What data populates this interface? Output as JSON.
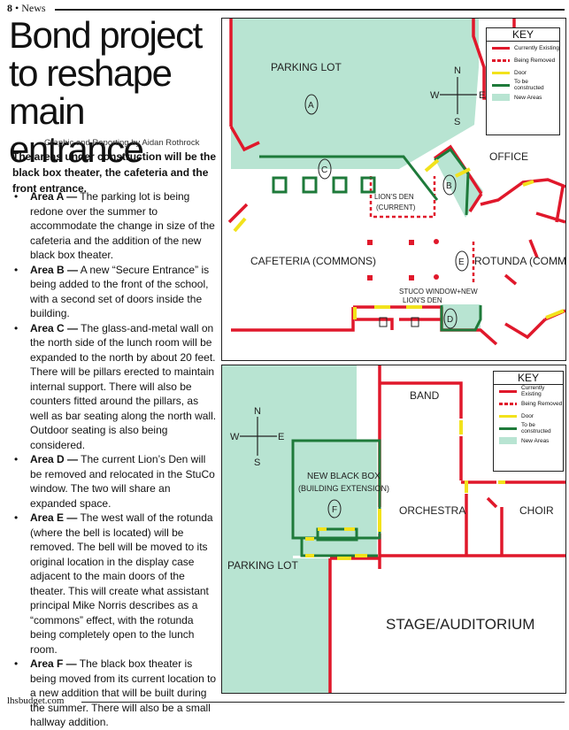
{
  "header": {
    "page_number": "8",
    "section": "News"
  },
  "headline": "Bond project to reshape main entrance",
  "byline": "Graphic and Reporting by Aidan Rothrock",
  "intro": "The areas under construction will be the black box theater, the cafeteria and the front entrance.",
  "areas": [
    {
      "name": "Area A —",
      "text": " The parking lot is being redone over the summer to accommodate the change in size of the cafeteria and the addition of the new black box theater."
    },
    {
      "name": "Area B —",
      "text": " A new “Secure Entrance” is being added to the front of the school, with a second set of doors inside the building."
    },
    {
      "name": "Area C —",
      "text": " The glass-and-metal wall on the north side of the lunch room will be expanded to the north by about 20 feet. There will be pillars erected to maintain internal support. There will also be counters fitted around the pillars, as well as bar seating along the north wall. Outdoor seating is also being considered."
    },
    {
      "name": "Area D —",
      "text": " The current Lion’s Den will be removed and relocated in the StuCo window. The two will share an expanded space."
    },
    {
      "name": "Area E —",
      "text": " The west wall of the rotunda (where the bell is located) will be removed. The bell will be moved to its original location in the display case adjacent to the main doors of the theater. This will create what assistant principal Mike Norris describes as a “commons” effect, with the rotunda being completely open to the lunch room."
    },
    {
      "name": "Area F —",
      "text": " The black box theater is being moved from its current location to a new addition that will be built during the summer. There will also be a small hallway addition."
    }
  ],
  "footer": "lhsbudget.com",
  "colors": {
    "existing": "#e0182b",
    "removed": "#e0182b",
    "door": "#f2e21c",
    "construct": "#1e7a3a",
    "new_area": "#b8e4d2"
  },
  "key": {
    "title": "KEY",
    "items": [
      "Currently Existing",
      "Being Removed",
      "Door",
      "To be constructed",
      "New Areas"
    ]
  },
  "map1": {
    "compass": {
      "n": "N",
      "s": "S",
      "e": "E",
      "w": "W"
    },
    "parking_lot": "PARKING LOT",
    "office": "OFFICE",
    "lions_den_1": "LION'S DEN",
    "lions_den_2": "(CURRENT)",
    "cafeteria": "CAFETERIA (COMMONS)",
    "rotunda": "ROTUNDA (COMMONS)",
    "stuco_1": "STUCO WINDOW+NEW",
    "stuco_2": "LION'S DEN",
    "marker_a": "A",
    "marker_b": "B",
    "marker_c": "C",
    "marker_d": "D",
    "marker_e": "E"
  },
  "map2": {
    "compass": {
      "n": "N",
      "s": "S",
      "e": "E",
      "w": "W"
    },
    "band": "BAND",
    "black_box_1": "NEW BLACK BOX",
    "black_box_2": "(BUILDING EXTENSION)",
    "orchestra": "ORCHESTRA",
    "choir": "CHOIR",
    "parking_lot": "PARKING LOT",
    "stage": "STAGE/AUDITORIUM",
    "marker_f": "F"
  }
}
